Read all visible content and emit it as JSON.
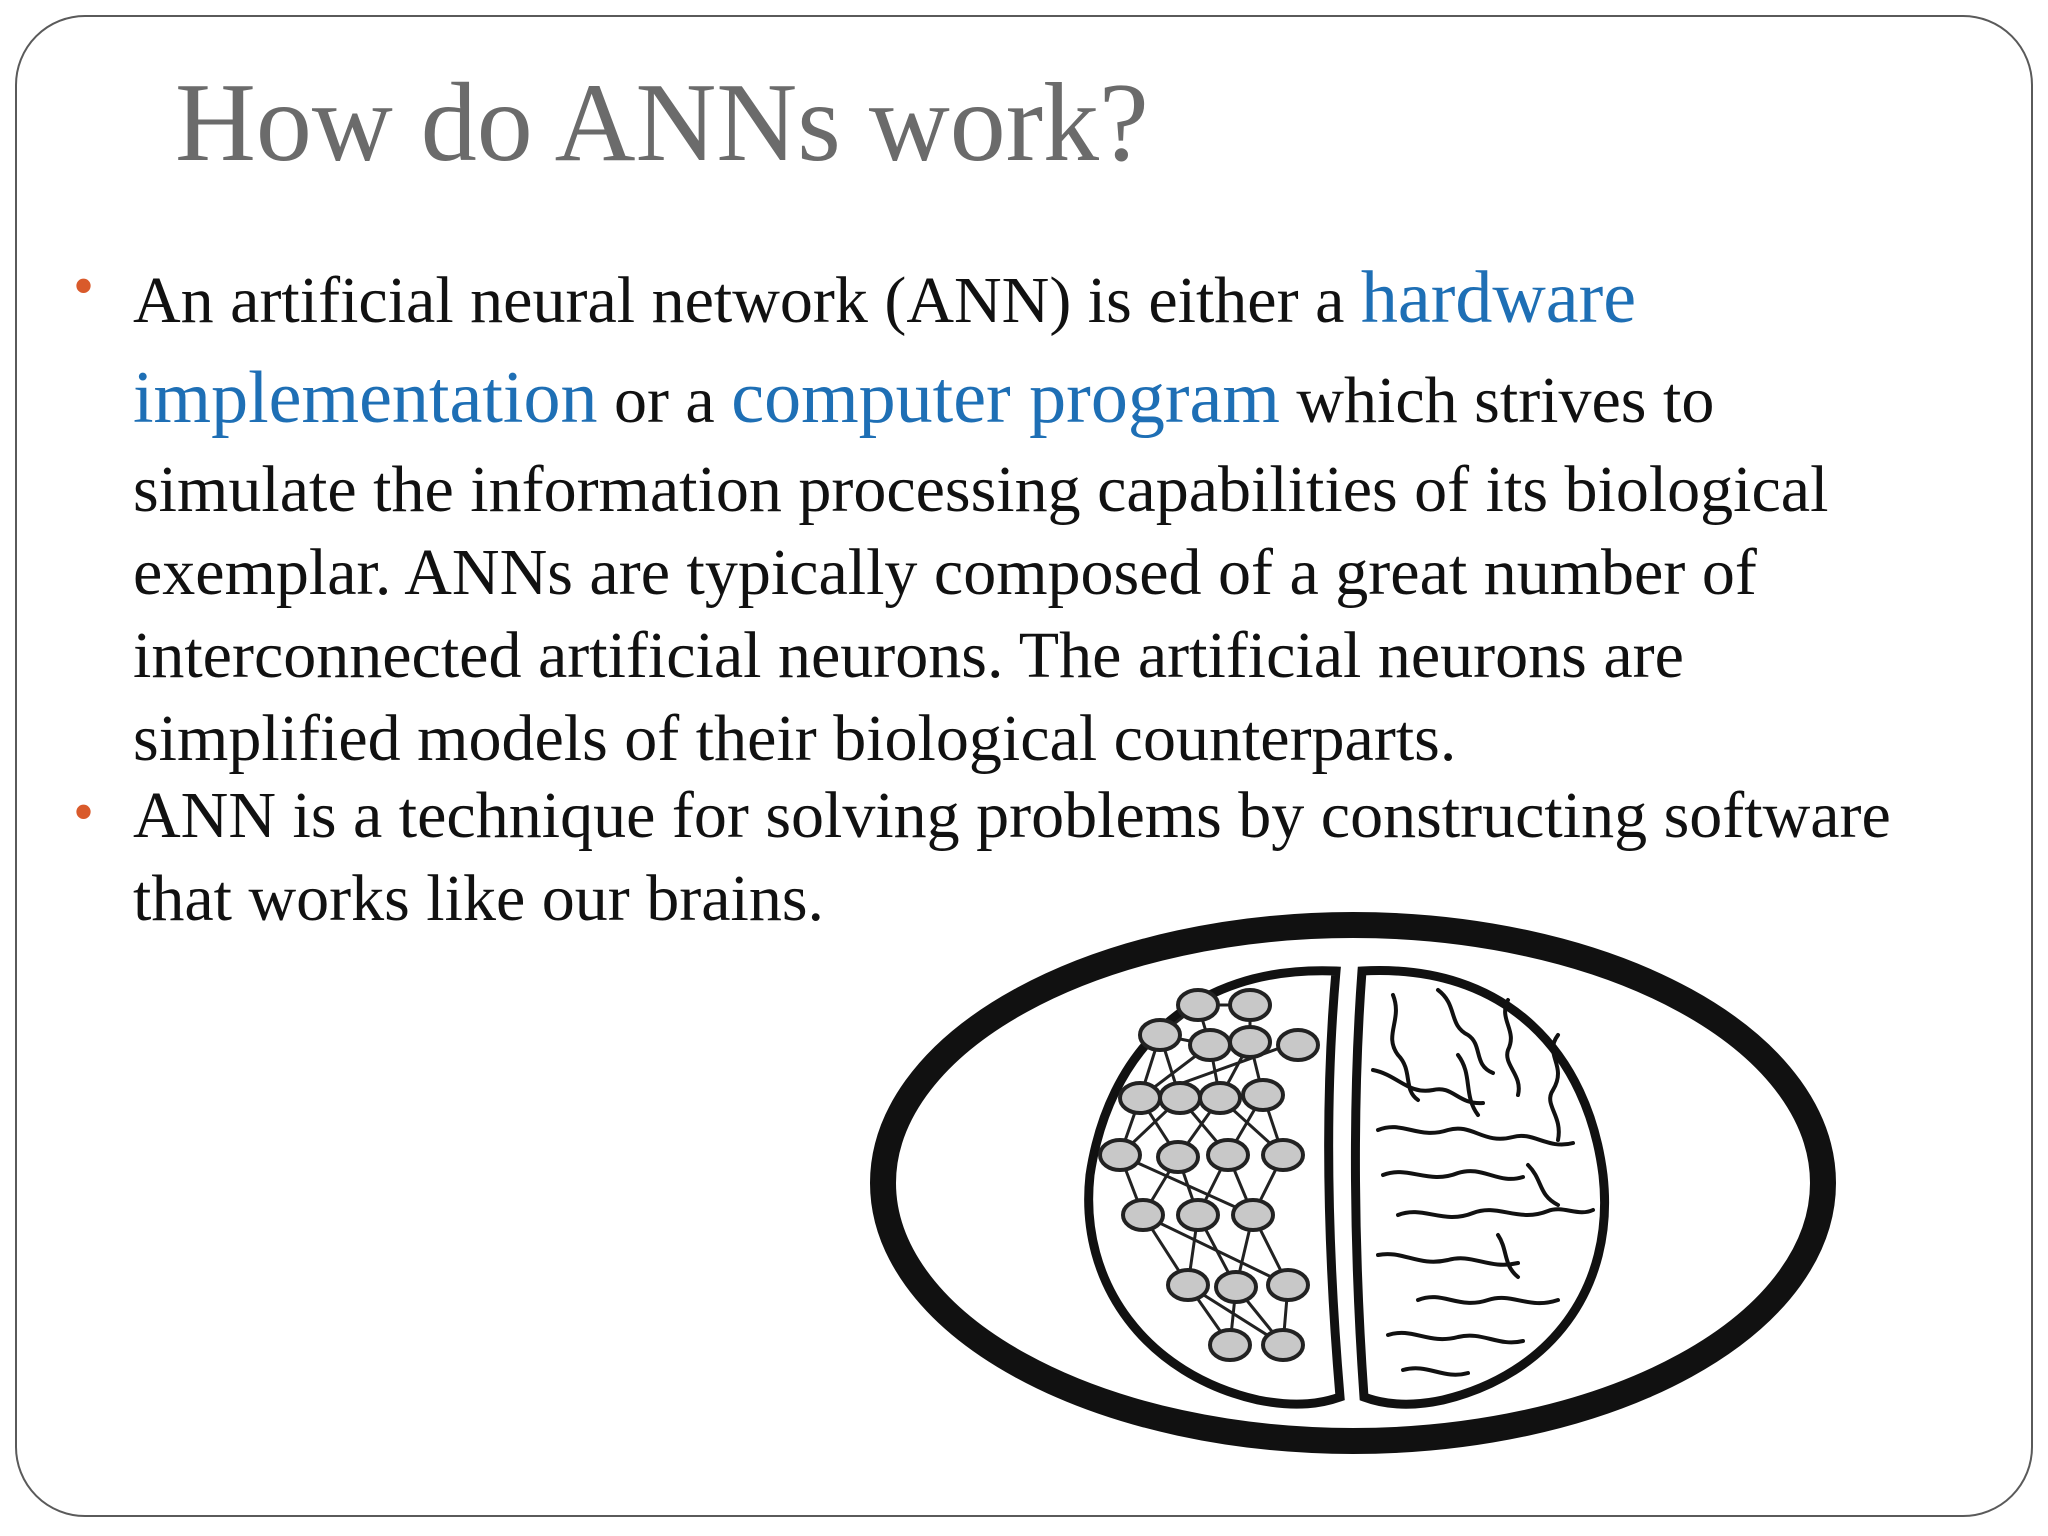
{
  "slide": {
    "title": "How do ANNs work?",
    "bullet_marker": "•",
    "bullets": [
      {
        "lines": [
          {
            "parts": [
              "An artificial neural network (ANN) is either a ",
              "hardware"
            ]
          },
          {
            "parts": [
              "implementation",
              " or a ",
              "computer program",
              " which strives to"
            ]
          },
          {
            "parts": [
              "simulate the information processing capabilities of its biological"
            ]
          },
          {
            "parts": [
              "exemplar. ANNs are typically composed of a great number of"
            ]
          },
          {
            "parts": [
              "interconnected artificial neurons. The artificial neurons are"
            ]
          },
          {
            "parts": [
              "simplified models of their biological counterparts."
            ]
          }
        ]
      },
      {
        "lines": [
          {
            "parts": [
              "ANN is a technique for solving problems by constructing software"
            ]
          },
          {
            "parts": [
              "that works like our brains."
            ]
          }
        ]
      }
    ]
  },
  "colors": {
    "title": "#6b6b6b",
    "body_text": "#111111",
    "highlight": "#1e6fb5",
    "bullet": "#d95a2b",
    "frame_border": "#5a5a5a"
  },
  "figure": {
    "icon": "brain-neural-network-icon"
  }
}
